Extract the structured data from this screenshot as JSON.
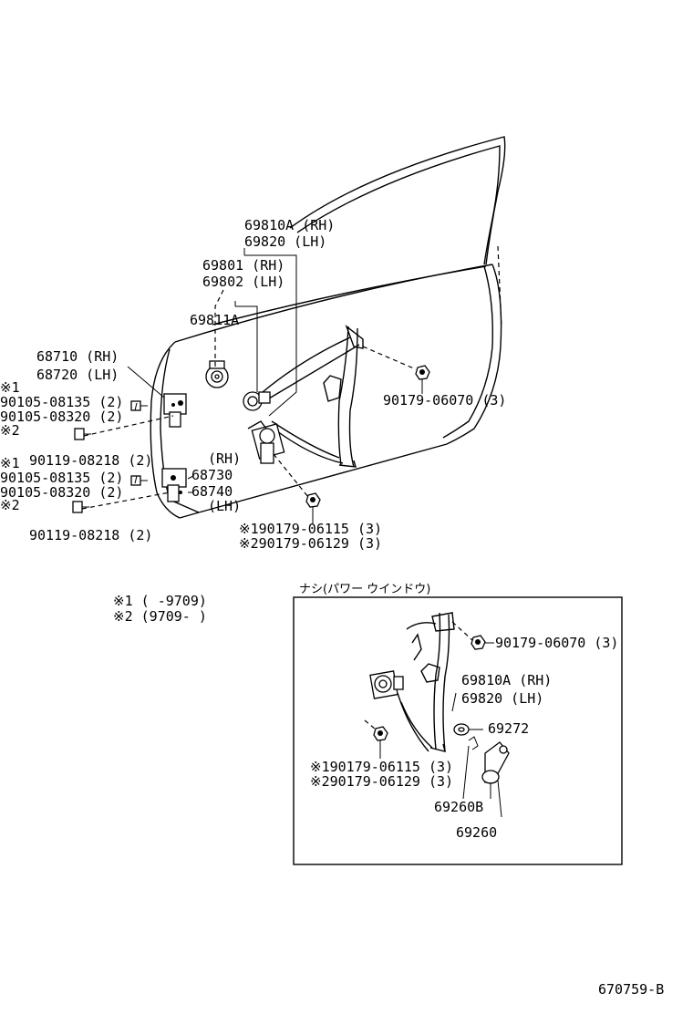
{
  "labels": {
    "p69810a": "69810A (RH)",
    "p69820": "69820   (LH)",
    "p69801": "69801 (RH)",
    "p69802": "69802 (LH)",
    "p69811a": "69811A",
    "p68710": "68710 (RH)",
    "p68720": "68720 (LH)",
    "mark1_upper": "※1",
    "b90105_08135_upper": "90105-08135 (2)",
    "b90105_08320_upper": "90105-08320 (2)",
    "mark2_upper": "※2",
    "b90119_upper": "90119-08218 (2)",
    "mark1_lower": "※1",
    "b90105_08135_lower": "90105-08135 (2)",
    "b90105_08320_lower": "90105-08320 (2)",
    "mark2_lower": "※2",
    "b90119_lower": "90119-08218 (2)",
    "rh": "(RH)",
    "p68730": "68730",
    "p68740": "68740",
    "lh": "(LH)",
    "nut_upper": "90179-06070 (3)",
    "nut1_mid": "※190179-06115 (3)",
    "nut2_mid": "※290179-06129 (3)",
    "legend1": "※1 (       -9709)",
    "legend2": "※2 (9709-       )",
    "inset_title": "ナシ(パワー ウインドウ)",
    "inset_nut_upper": "90179-06070 (3)",
    "inset_69810a": "69810A (RH)",
    "inset_69820": "69820   (LH)",
    "inset_69272": "69272",
    "inset_nut1": "※190179-06115 (3)",
    "inset_nut2": "※290179-06129 (3)",
    "inset_69260b": "69260B",
    "inset_69260": "69260",
    "diagram_code": "670759-B"
  }
}
